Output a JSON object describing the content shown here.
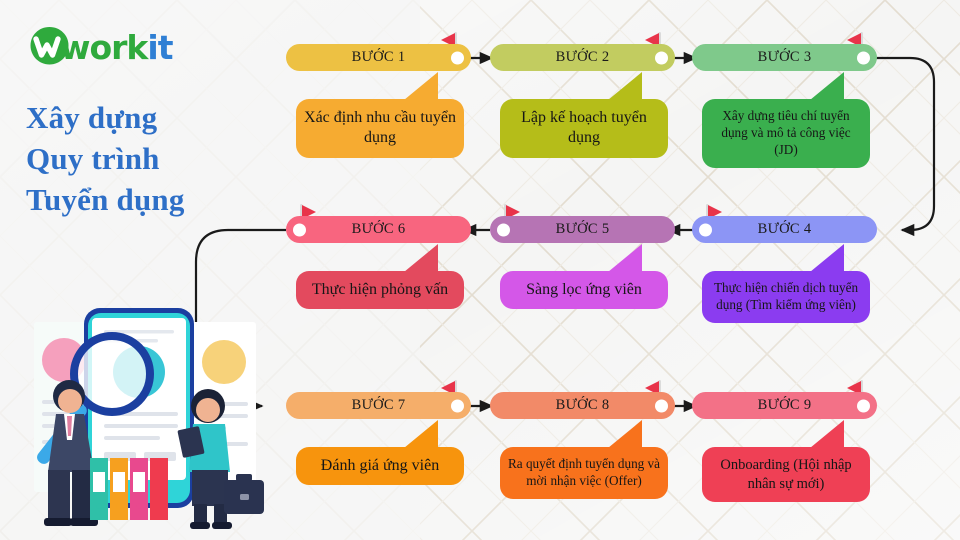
{
  "brand": {
    "logo_work": "work",
    "logo_it": "it",
    "logo_icon": "workit-w-mark-icon"
  },
  "headline": {
    "line1": "Xây dựng",
    "line2": "Quy trình",
    "line3": "Tuyển dụng",
    "color": "#2e6fc7"
  },
  "illustration": {
    "name": "recruitment-illustration",
    "alt": "Người tuyển dụng với kính lúp, hồ sơ ứng viên, điện thoại, cặp tài liệu"
  },
  "background": {
    "base_color": "#f5f5f4",
    "lattice_color": "#e0d9cc",
    "pattern": "diamond-lattice"
  },
  "flow": {
    "row1_direction": "left-to-right",
    "row2_direction": "right-to-left",
    "row3_direction": "left-to-right",
    "connector_color": "#1a1a1a"
  },
  "steps": [
    {
      "id": 1,
      "label": "BƯỚC 1",
      "text": "Xác định nhu cầu tuyển dụng",
      "bar_color": "#edc143",
      "bubble_color": "#f6ab31",
      "row": 1,
      "pin_side": "right",
      "text_size": "s-lg"
    },
    {
      "id": 2,
      "label": "BƯỚC 2",
      "text": "Lập kế hoạch tuyển dụng",
      "bar_color": "#c2cc60",
      "bubble_color": "#b5bd19",
      "row": 1,
      "pin_side": "right",
      "text_size": "s-lg"
    },
    {
      "id": 3,
      "label": "BƯỚC 3",
      "text": "Xây dựng tiêu chí tuyển dụng và mô tả công việc (JD)",
      "bar_color": "#7fc98b",
      "bubble_color": "#3aaf4e",
      "row": 1,
      "pin_side": "right",
      "text_size": "s-sm"
    },
    {
      "id": 4,
      "label": "BƯỚC 4",
      "text": "Thực hiện chiến dịch tuyển dụng (Tìm kiếm ứng viên)",
      "bar_color": "#8c95f5",
      "bubble_color": "#8b3cf0",
      "row": 2,
      "pin_side": "left",
      "text_size": "s-sm"
    },
    {
      "id": 5,
      "label": "BƯỚC 5",
      "text": "Sàng lọc ứng viên",
      "bar_color": "#b674b4",
      "bubble_color": "#d457e8",
      "row": 2,
      "pin_side": "left",
      "text_size": "s-lg"
    },
    {
      "id": 6,
      "label": "BƯỚC 6",
      "text": "Thực hiện phỏng vấn",
      "bar_color": "#f8657f",
      "bubble_color": "#e34a5e",
      "row": 2,
      "pin_side": "left",
      "text_size": "s-lg"
    },
    {
      "id": 7,
      "label": "BƯỚC 7",
      "text": "Đánh giá ứng viên",
      "bar_color": "#f5ae6a",
      "bubble_color": "#f7940d",
      "row": 3,
      "pin_side": "right",
      "text_size": "s-lg"
    },
    {
      "id": 8,
      "label": "BƯỚC 8",
      "text": "Ra quyết định tuyển dụng và mời nhận việc (Offer)",
      "bar_color": "#f28a68",
      "bubble_color": "#f8721c",
      "row": 3,
      "pin_side": "right",
      "text_size": "s-sm"
    },
    {
      "id": 9,
      "label": "BƯỚC 9",
      "text": "Onboarding (Hội nhập nhân sự mới)",
      "bar_color": "#f37187",
      "bubble_color": "#ef4055",
      "row": 3,
      "pin_side": "right",
      "text_size": "s-md"
    }
  ],
  "flag": {
    "name": "red-flag-marker-icon",
    "pennant_color": "#e8344a",
    "pole_color": "#d8d8d8"
  }
}
